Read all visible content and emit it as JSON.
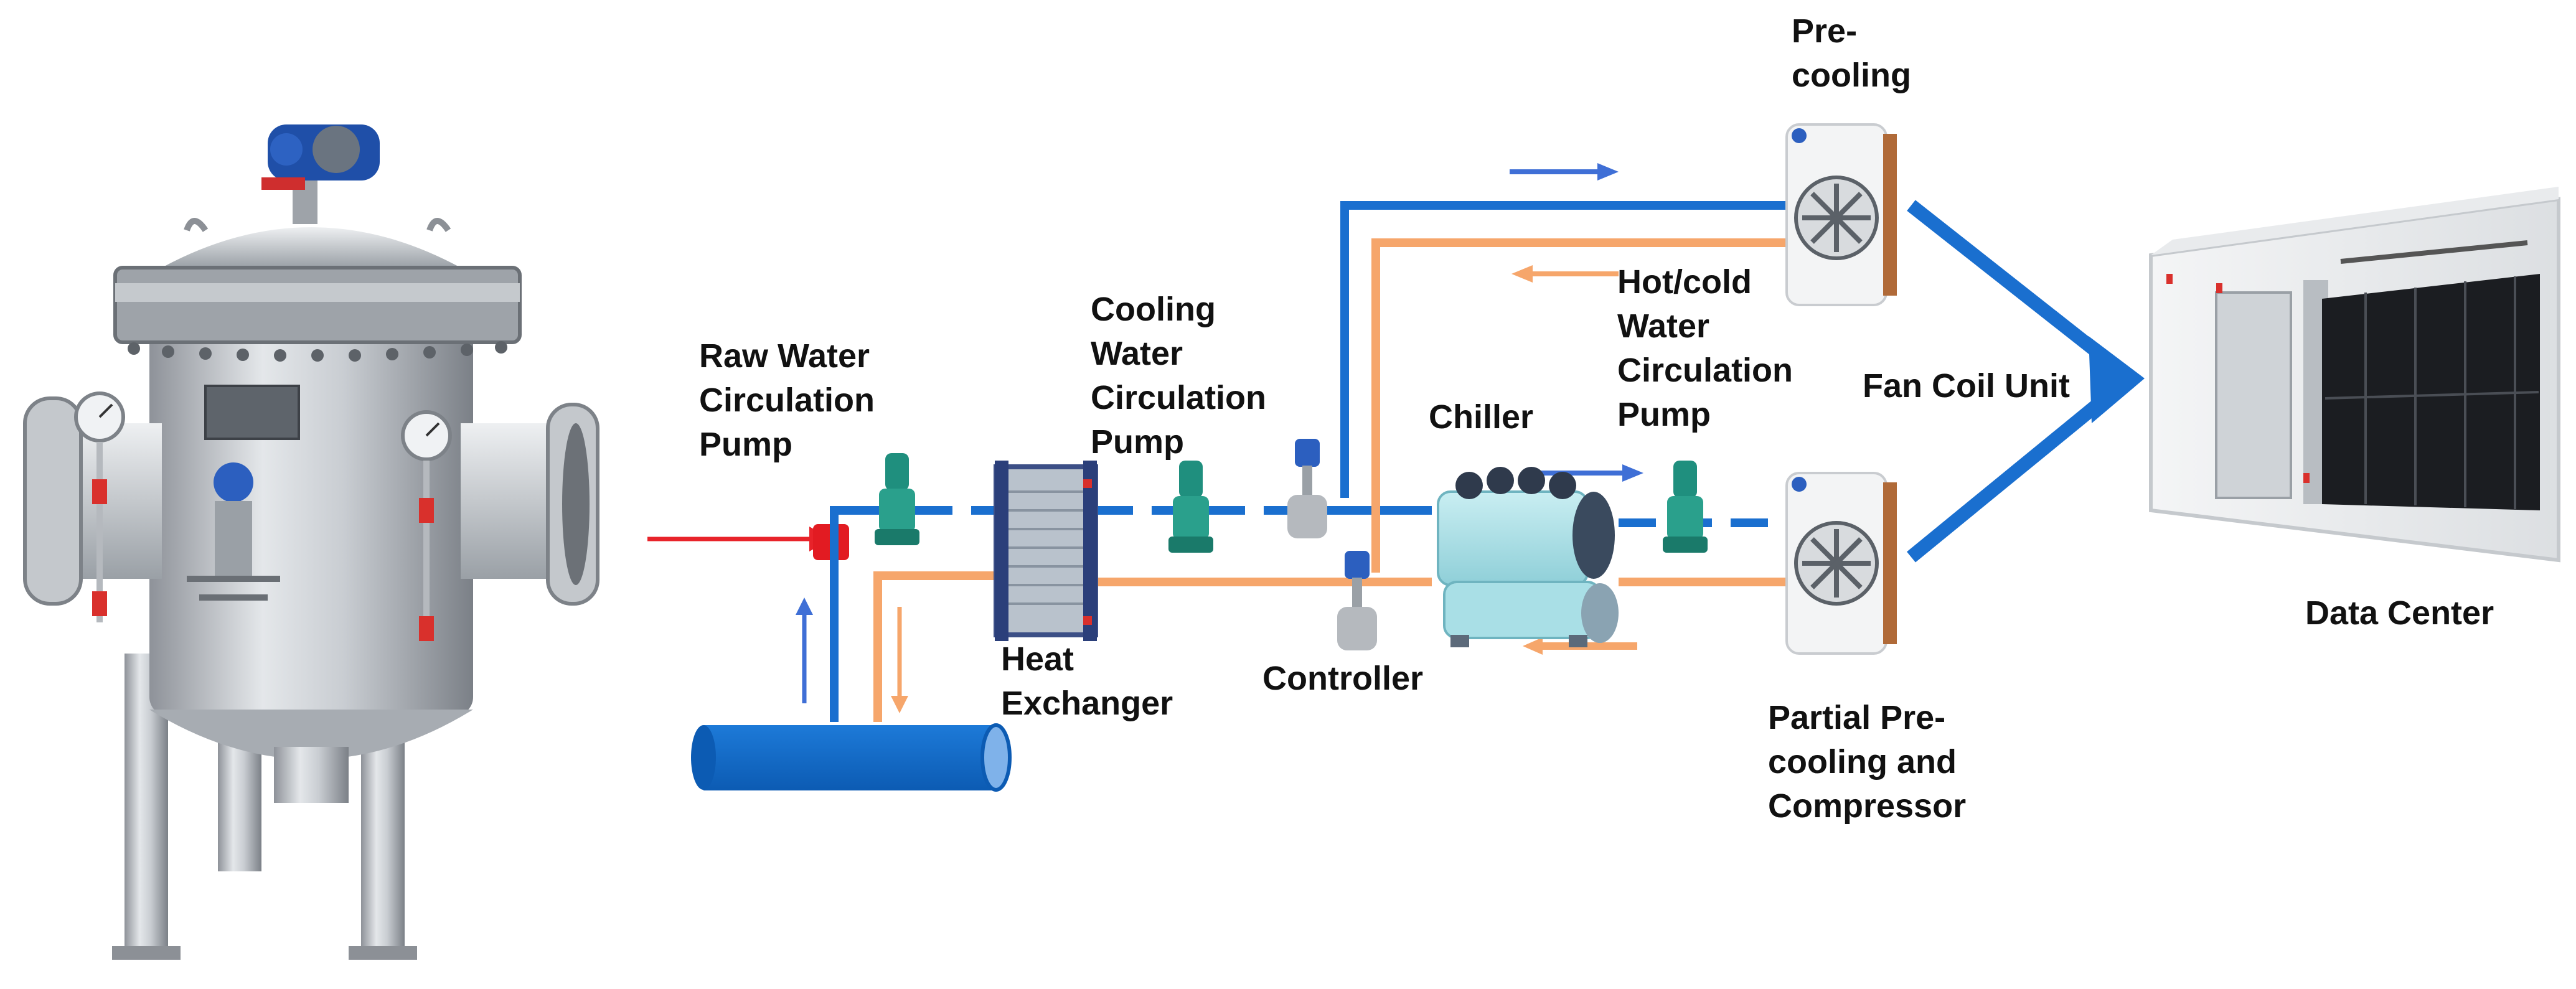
{
  "labels": {
    "raw_water_pump": "Raw Water\nCirculation\nPump",
    "cooling_water_pump": "Cooling\nWater\nCirculation\nPump",
    "heat_exchanger": "Heat\nExchanger",
    "controller": "Controller",
    "chiller": "Chiller",
    "hot_cold_pump": "Hot/cold\nWater\nCirculation\nPump",
    "pre_cooling": "Pre-\ncooling",
    "fan_coil_unit": "Fan Coil Unit",
    "partial_pre_cooling": "Partial Pre-\ncooling and\nCompressor",
    "data_center": "Data Center"
  },
  "colors": {
    "supply_line": "#1a6fcf",
    "return_line": "#f6a66b",
    "raw_inlet": "#e8232a",
    "arrow_blue": "#3f6fd6"
  }
}
